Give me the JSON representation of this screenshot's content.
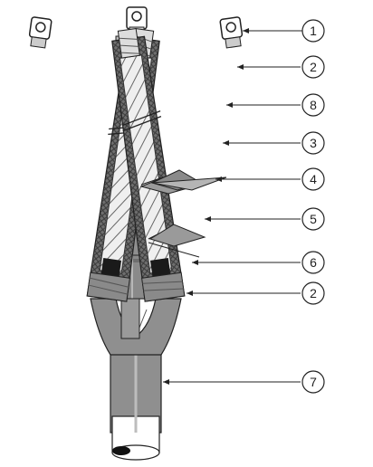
{
  "callouts": [
    {
      "id": "c1",
      "label": "1"
    },
    {
      "id": "c2a",
      "label": "2"
    },
    {
      "id": "c8",
      "label": "8"
    },
    {
      "id": "c3",
      "label": "3"
    },
    {
      "id": "c4",
      "label": "4"
    },
    {
      "id": "c5",
      "label": "5"
    },
    {
      "id": "c6",
      "label": "6"
    },
    {
      "id": "c2b",
      "label": "2"
    },
    {
      "id": "c7",
      "label": "7"
    }
  ],
  "colors": {
    "sleeve": "#8f8f8f",
    "sleeve_dark": "#6f6f6f",
    "sleeve_light": "#b5b5b5",
    "insulation": "#e8e8e8",
    "conductor_black": "#1a1a1a",
    "outline": "#222222"
  }
}
